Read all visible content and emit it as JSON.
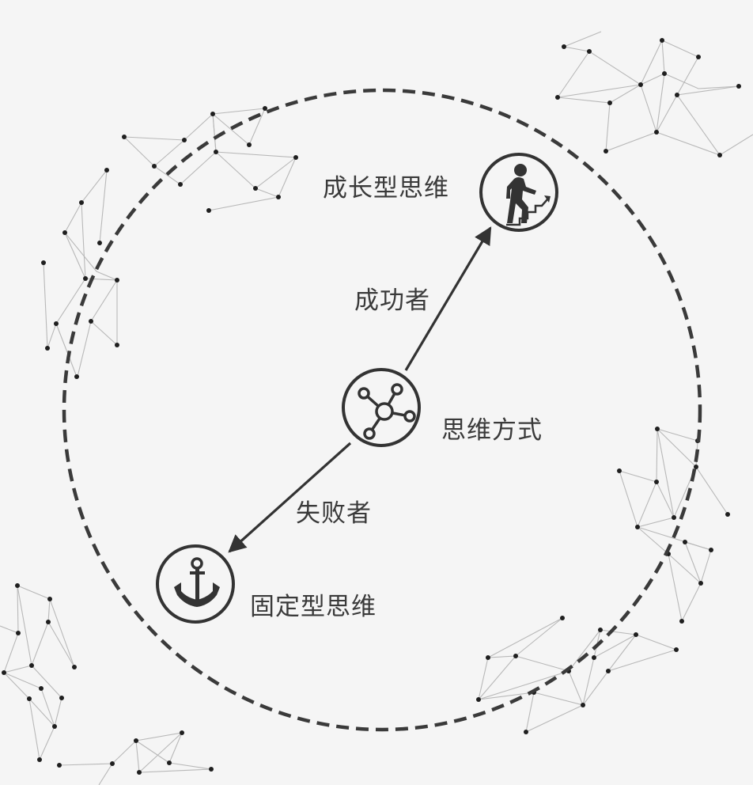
{
  "diagram": {
    "title": "思维方式",
    "center_node": {
      "label": "思维方式",
      "icon": "network-hub-icon"
    },
    "top_node": {
      "label": "成长型思维",
      "icon": "person-climbing-stairs-icon"
    },
    "bottom_node": {
      "label": "固定型思维",
      "icon": "anchor-icon"
    },
    "edges": [
      {
        "from": "思维方式",
        "to": "成长型思维",
        "label": "成功者"
      },
      {
        "from": "思维方式",
        "to": "固定型思维",
        "label": "失败者"
      }
    ],
    "boundary": "dashed-circle",
    "colors": {
      "background": "#f5f5f5",
      "stroke": "#333333",
      "network_line": "#b8b8b8",
      "network_dot": "#1f1f1f"
    }
  }
}
